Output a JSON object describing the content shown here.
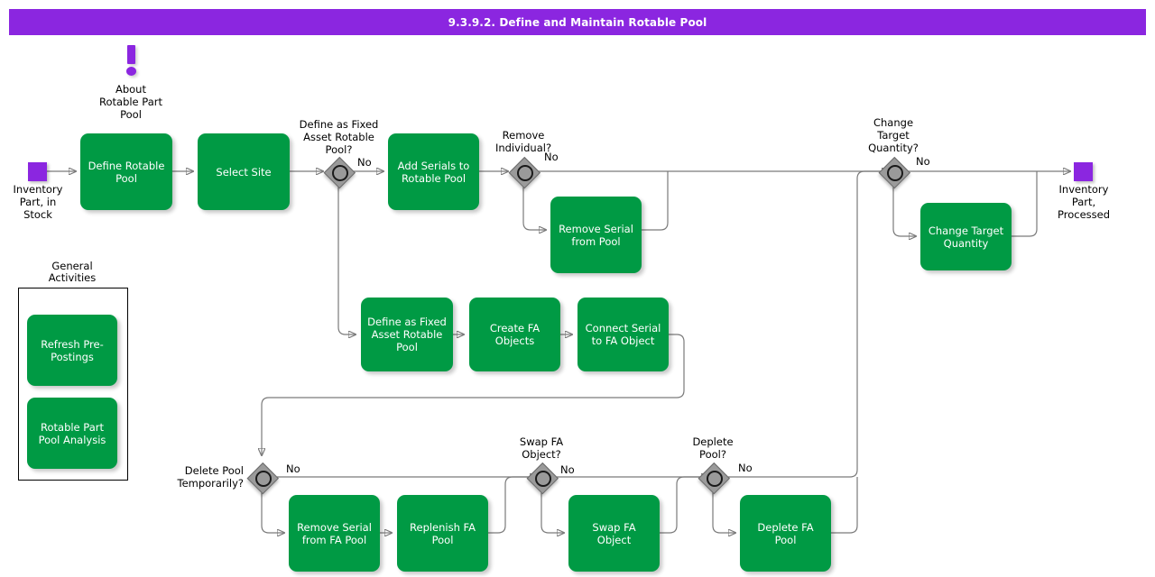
{
  "header": {
    "title": "9.3.9.2. Define and Maintain Rotable Pool",
    "bar_color": "#8B26E0",
    "text_color": "#FFFFFF"
  },
  "theme": {
    "activity_color": "#009A44",
    "activity_text": "#FFFFFF",
    "terminator_color": "#8B26E0",
    "decision_color": "#9A9A9A",
    "connector_color": "#7A7A7A",
    "canvas": "#FFFFFF"
  },
  "info_note": {
    "icon": "exclamation-icon",
    "label": "About\nRotable Part\nPool"
  },
  "terminators": [
    {
      "id": "start",
      "label": "Inventory\nPart, in\nStock"
    },
    {
      "id": "end",
      "label": "Inventory\nPart,\nProcessed"
    }
  ],
  "activities": [
    {
      "id": "define-rotable-pool",
      "label": "Define Rotable\nPool"
    },
    {
      "id": "select-site",
      "label": "Select Site"
    },
    {
      "id": "add-serials-to-rotable-pool",
      "label": "Add Serials to\nRotable Pool"
    },
    {
      "id": "remove-serial-from-pool",
      "label": "Remove Serial\nfrom Pool"
    },
    {
      "id": "change-target-quantity",
      "label": "Change Target\nQuantity"
    },
    {
      "id": "define-as-fixed-asset-rotable-pool",
      "label": "Define as Fixed\nAsset Rotable\nPool"
    },
    {
      "id": "create-fa-objects",
      "label": "Create FA\nObjects"
    },
    {
      "id": "connect-serial-to-fa-object",
      "label": "Connect Serial\nto FA Object"
    },
    {
      "id": "remove-serial-from-fa-pool",
      "label": "Remove Serial\nfrom FA Pool"
    },
    {
      "id": "replenish-fa-pool",
      "label": "Replenish FA\nPool"
    },
    {
      "id": "swap-fa-object",
      "label": "Swap FA Object"
    },
    {
      "id": "deplete-fa-pool",
      "label": "Deplete FA Pool"
    }
  ],
  "decisions": [
    {
      "id": "define-as-fixed-asset-rotable-pool-q",
      "label": "Define as Fixed\nAsset Rotable\nPool?",
      "branch": "No"
    },
    {
      "id": "remove-individual-q",
      "label": "Remove\nIndividual?",
      "branch": "No"
    },
    {
      "id": "change-target-quantity-q",
      "label": "Change\nTarget\nQuantity?",
      "branch": "No"
    },
    {
      "id": "delete-pool-temporarily-q",
      "label": "Delete Pool\nTemporarily?",
      "branch": "No"
    },
    {
      "id": "swap-fa-object-q",
      "label": "Swap FA\nObject?",
      "branch": "No"
    },
    {
      "id": "deplete-pool-q",
      "label": "Deplete\nPool?",
      "branch": "No"
    }
  ],
  "group": {
    "title": "General\nActivities",
    "items": [
      {
        "id": "refresh-pre-postings",
        "label": "Refresh Pre-\nPostings"
      },
      {
        "id": "rotable-part-pool-analysis",
        "label": "Rotable Part\nPool Analysis"
      }
    ]
  }
}
